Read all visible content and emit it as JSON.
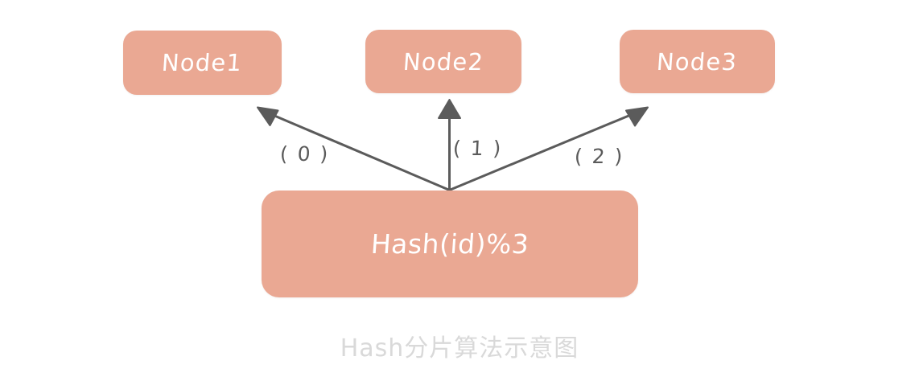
{
  "diagram": {
    "title": "Hash分片算法示意图",
    "background_color": "#ffffff",
    "node_fill_color": "#eaa893",
    "node_text_color": "#ffffff",
    "edge_color": "#5b5b5b",
    "caption_color": "#d9d9d9",
    "nodes": [
      {
        "id": "node1",
        "label": "Node1"
      },
      {
        "id": "node2",
        "label": "Node2"
      },
      {
        "id": "node3",
        "label": "Node3"
      }
    ],
    "source": {
      "id": "hash-box",
      "label": "Hash(id)%3"
    },
    "edges": [
      {
        "from": "hash-box",
        "to": "node1",
        "label": "( 0 )"
      },
      {
        "from": "hash-box",
        "to": "node2",
        "label": "( 1 )"
      },
      {
        "from": "hash-box",
        "to": "node3",
        "label": "( 2 )"
      }
    ]
  }
}
